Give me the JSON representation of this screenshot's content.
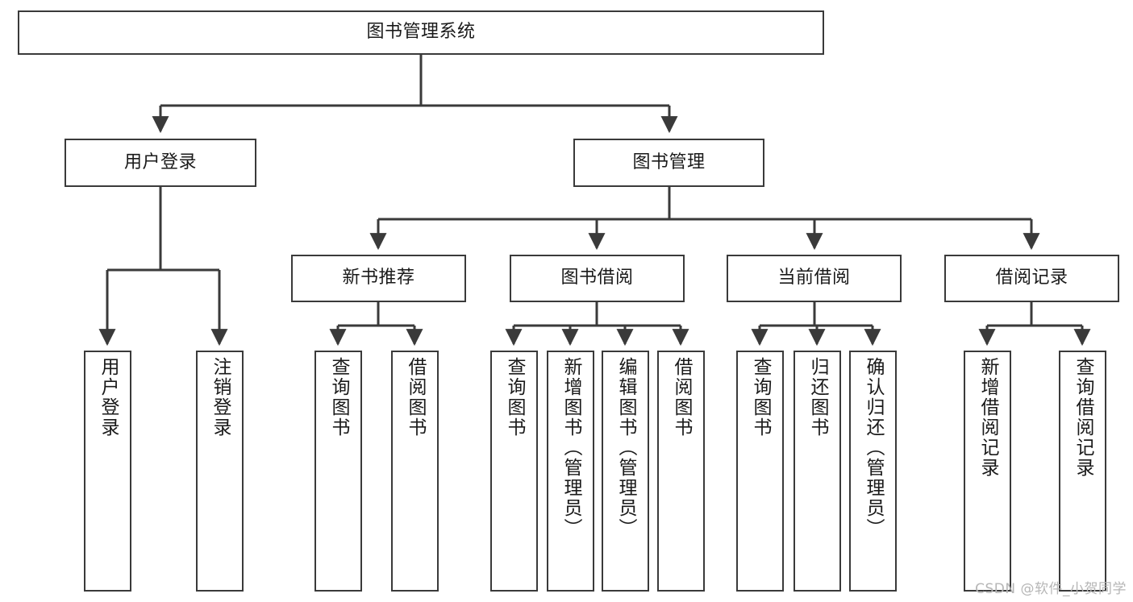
{
  "diagram": {
    "title": "图书管理系统",
    "type": "hierarchy-tree",
    "watermark": "CSDN @软件_小贺同学",
    "colors": {
      "stroke": "#3a3a3a",
      "fill": "#ffffff",
      "text": "#1a1a1a",
      "watermark": "#b6b6b6"
    },
    "nodes": {
      "root": {
        "label": "图书管理系统",
        "level": 0
      },
      "l1": [
        {
          "id": "user-login",
          "label": "用户登录",
          "level": 1
        },
        {
          "id": "book-manage",
          "label": "图书管理",
          "level": 1
        }
      ],
      "l2": [
        {
          "id": "new-book-rec",
          "label": "新书推荐",
          "level": 2
        },
        {
          "id": "book-borrow",
          "label": "图书借阅",
          "level": 2
        },
        {
          "id": "current-borrow",
          "label": "当前借阅",
          "level": 2
        },
        {
          "id": "borrow-record",
          "label": "借阅记录",
          "level": 2
        }
      ],
      "leaves": {
        "user-login": [
          {
            "id": "leaf-user-login",
            "label": "用户登录"
          },
          {
            "id": "leaf-logout",
            "label": "注销登录"
          }
        ],
        "new-book-rec": [
          {
            "id": "leaf-query-book-1",
            "label": "查询图书"
          },
          {
            "id": "leaf-borrow-book-1",
            "label": "借阅图书"
          }
        ],
        "book-borrow": [
          {
            "id": "leaf-query-book-2",
            "label": "查询图书"
          },
          {
            "id": "leaf-add-book",
            "label": "新增图书（管理员）"
          },
          {
            "id": "leaf-edit-book",
            "label": "编辑图书（管理员）"
          },
          {
            "id": "leaf-borrow-book-2",
            "label": "借阅图书"
          }
        ],
        "current-borrow": [
          {
            "id": "leaf-query-book-3",
            "label": "查询图书"
          },
          {
            "id": "leaf-return-book",
            "label": "归还图书"
          },
          {
            "id": "leaf-confirm-return",
            "label": "确认归还（管理员）"
          }
        ],
        "borrow-record": [
          {
            "id": "leaf-add-record",
            "label": "新增借阅记录"
          },
          {
            "id": "leaf-query-record",
            "label": "查询借阅记录"
          }
        ]
      }
    }
  }
}
